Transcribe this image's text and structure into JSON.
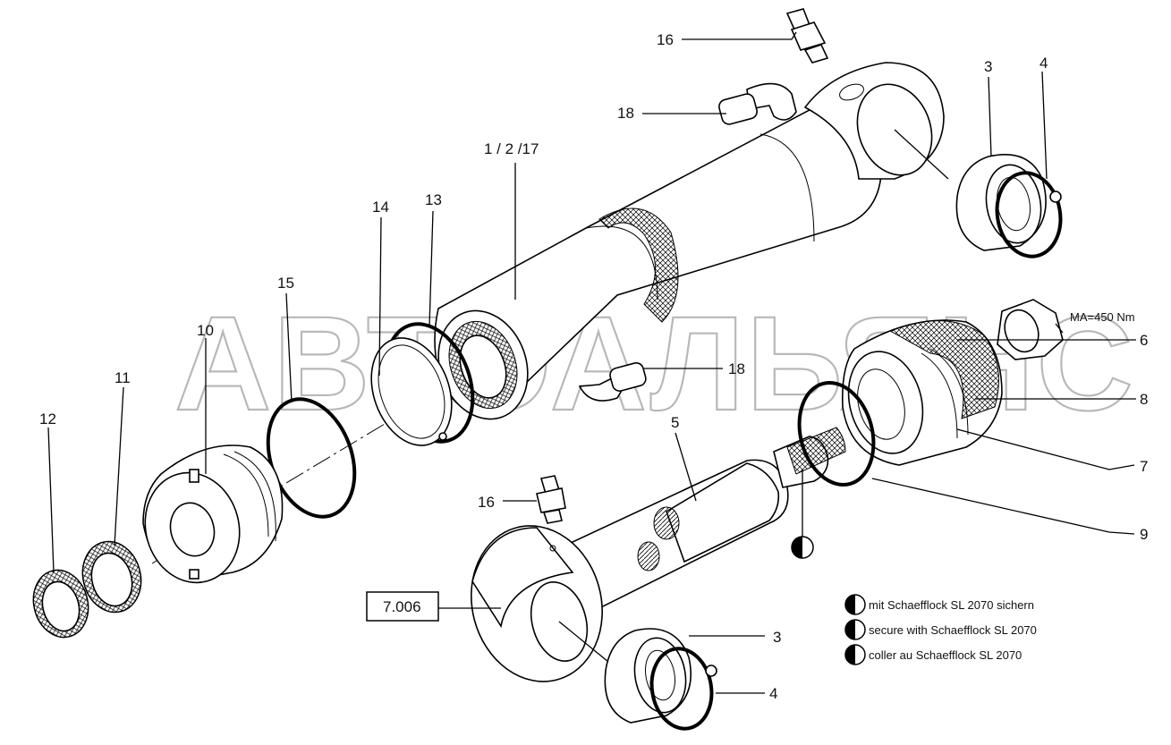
{
  "watermark": "АВТОАЛЬЯНС",
  "ref_box": "7.006",
  "torque_note": "MA=450 Nm",
  "labels": {
    "l16a": "16",
    "l18a": "18",
    "l3a": "3",
    "l4a": "4",
    "l1217": "1 / 2 /17",
    "l14": "14",
    "l13": "13",
    "l15": "15",
    "l10": "10",
    "l11": "11",
    "l12": "12",
    "l18b": "18",
    "l6": "6",
    "l8": "8",
    "l5": "5",
    "l7": "7",
    "l9": "9",
    "l16b": "16",
    "l3b": "3",
    "l4b": "4"
  },
  "legend": [
    "mit Schaefflock SL 2070 sichern",
    "secure with Schaefflock SL 2070",
    "coller au Schaefflock SL 2070"
  ]
}
